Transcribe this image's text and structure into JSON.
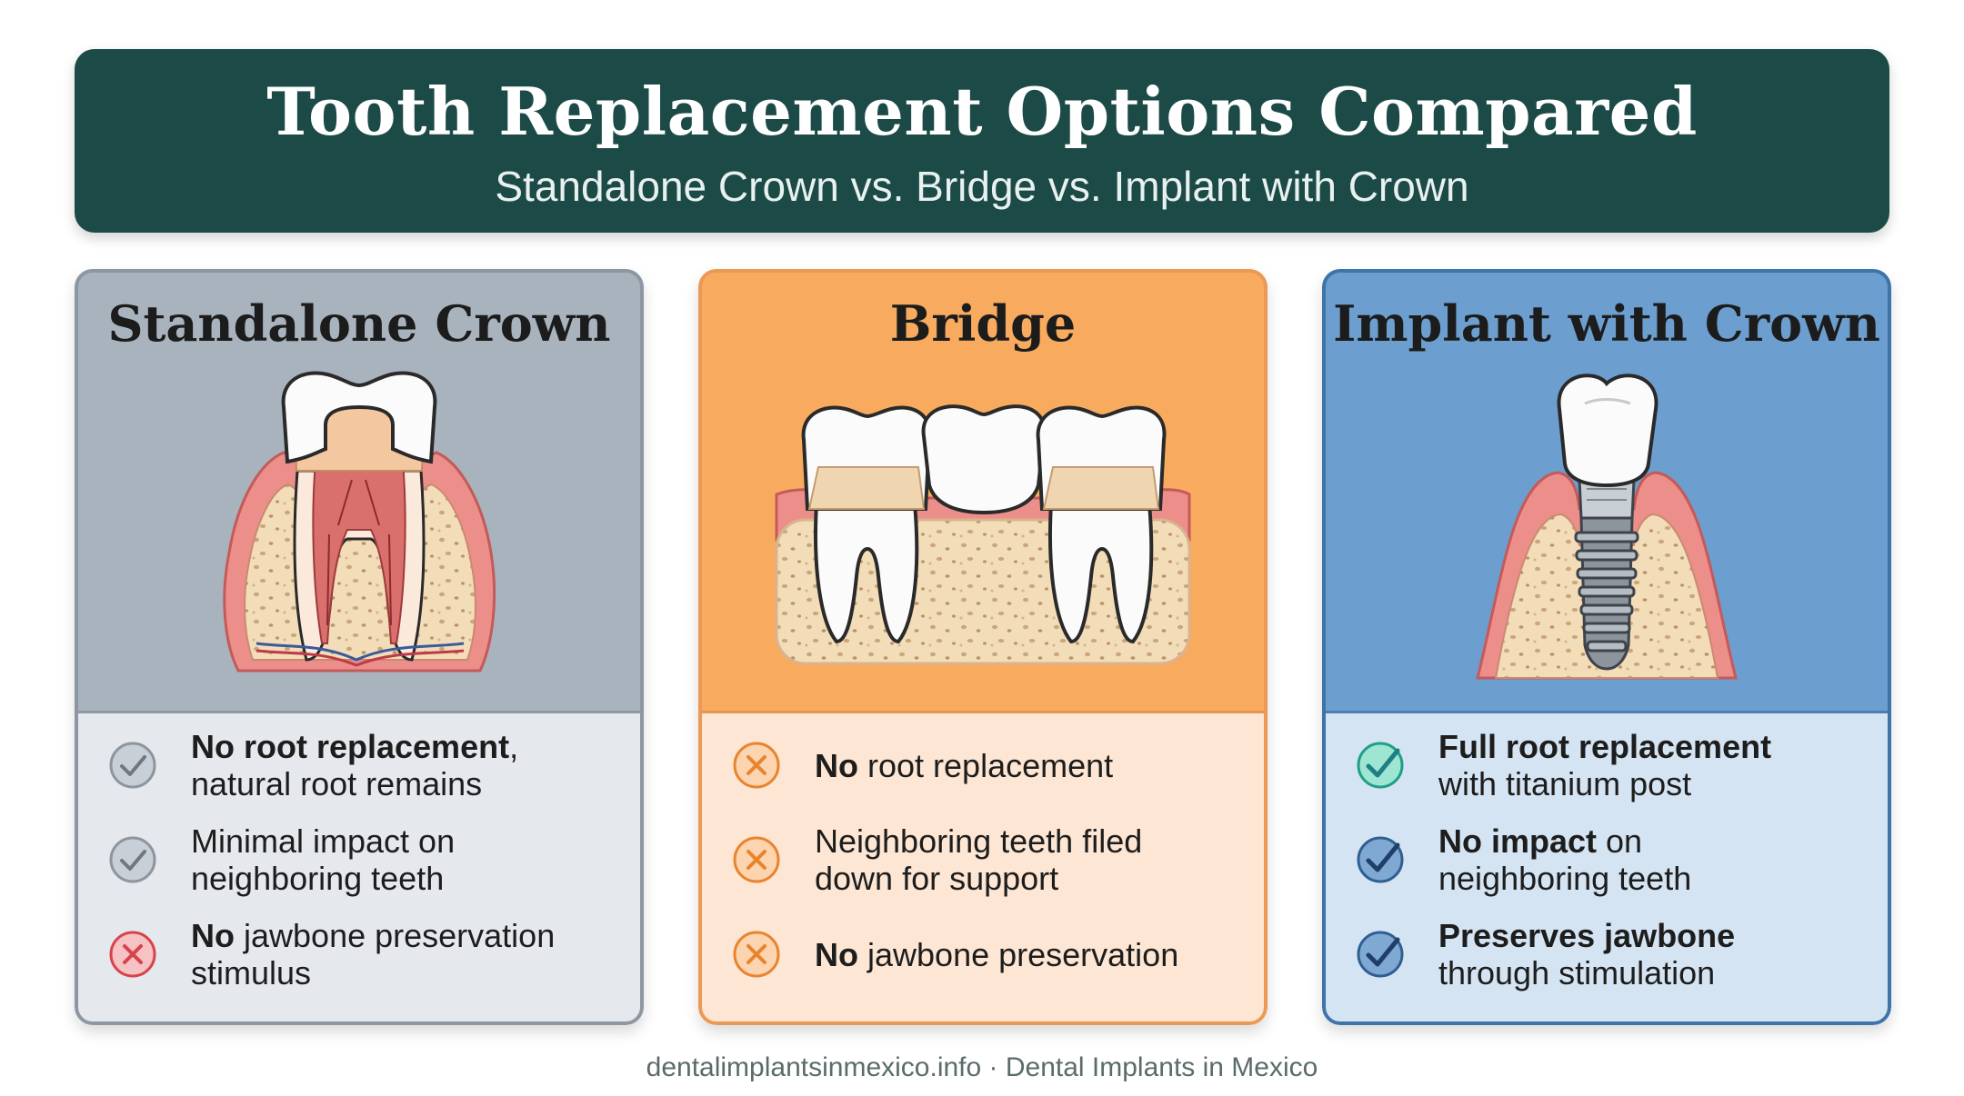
{
  "header": {
    "title": "Tooth Replacement Options Compared",
    "subtitle": "Standalone Crown vs. Bridge vs. Implant with Crown"
  },
  "cards": [
    {
      "title": "Standalone Crown",
      "illustration": "natural-tooth-with-crown",
      "items": [
        {
          "icon": "check-circle-gray-icon",
          "bold": "No root replacement",
          "rest": ",",
          "line2": "natural root remains"
        },
        {
          "icon": "check-circle-gray-icon",
          "bold": "",
          "rest": "Minimal impact on",
          "line2": "neighboring teeth"
        },
        {
          "icon": "x-circle-red-icon",
          "bold": "No",
          "rest": " jawbone preservation",
          "line2": "stimulus"
        }
      ]
    },
    {
      "title": "Bridge",
      "illustration": "three-unit-dental-bridge",
      "items": [
        {
          "icon": "x-circle-orange-icon",
          "bold": "No",
          "rest": " root replacement",
          "line2": ""
        },
        {
          "icon": "x-circle-orange-icon",
          "bold": "",
          "rest": "Neighboring teeth filed",
          "line2": "down for support"
        },
        {
          "icon": "x-circle-orange-icon",
          "bold": "No",
          "rest": " jawbone preservation",
          "line2": ""
        }
      ]
    },
    {
      "title": "Implant with Crown",
      "illustration": "dental-implant-with-crown",
      "items": [
        {
          "icon": "check-circle-teal-icon",
          "bold": "Full root replacement",
          "rest": "",
          "line2": "with titanium post"
        },
        {
          "icon": "check-circle-blue-icon",
          "bold": "No impact",
          "rest": " on",
          "line2": "neighboring teeth"
        },
        {
          "icon": "check-circle-blue-icon",
          "bold": "Preserves jawbone",
          "rest": "",
          "line2": "through stimulation"
        }
      ]
    }
  ],
  "footer": "dentalimplantsinmexico.info · Dental Implants in Mexico",
  "colors": {
    "banner": "#1c4b47",
    "crown_card": "#a9b3be",
    "bridge_card": "#f8ab5e",
    "implant_card": "#6c9fcf",
    "x_red": "#d8434b",
    "x_orange": "#e8842e",
    "check_teal": "#2fbfa2",
    "check_blue": "#2f5f92"
  }
}
